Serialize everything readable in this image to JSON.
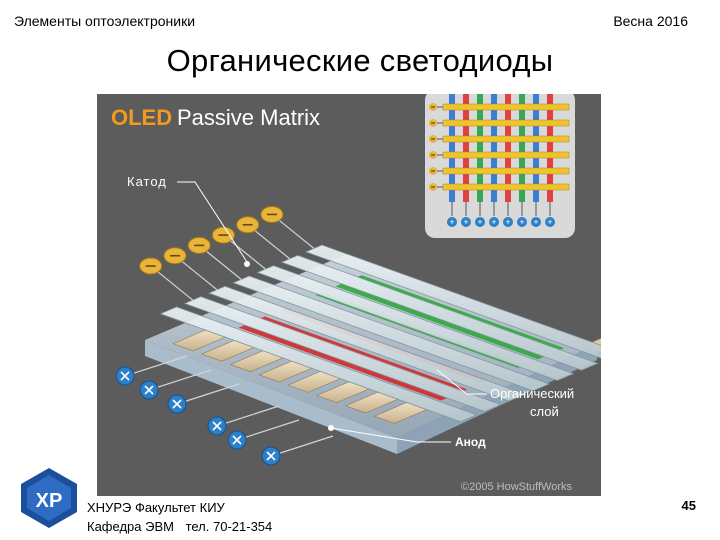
{
  "header": {
    "left": "Элементы оптоэлектроники",
    "right": "Весна 2016"
  },
  "slide": {
    "title": "Органические светодиоды"
  },
  "diagram": {
    "heading_oled": "OLED",
    "heading_rest": "Passive Matrix",
    "label_cathode": "Катод",
    "label_organic_1": "Органический",
    "label_organic_2": "слой",
    "label_anode": "Анод",
    "copyright": "©2005 HowStuffWorks",
    "colors": {
      "background": "#5c5c5c",
      "oled_accent": "#f29a1d",
      "red_emitter": "#d42a2a",
      "green_emitter": "#2fa83a",
      "cathode_pin": "#e8b43a",
      "anode_pin": "#2c7fc9"
    }
  },
  "footer": {
    "org_line": "ХНУРЭ Факультет КИУ",
    "dept": "Кафедра ЭВМ",
    "phone": "тел. 70-21-354",
    "page_number": "45",
    "logo_text": "ХР"
  }
}
